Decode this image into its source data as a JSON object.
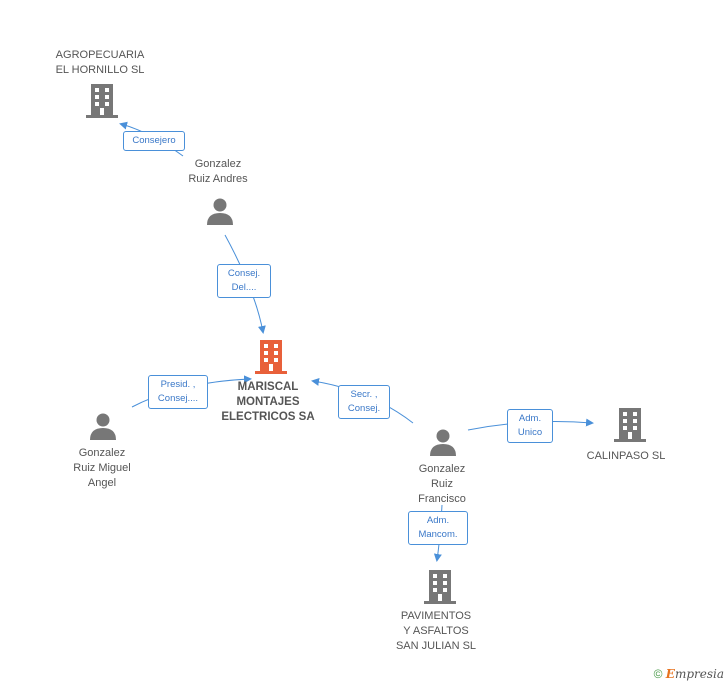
{
  "nodes": {
    "agropecuaria": {
      "label": "AGROPECUARIA\nEL HORNILLO  SL",
      "type": "company"
    },
    "mariscal": {
      "label": "MARISCAL\nMONTAJES\nELECTRICOS SA",
      "type": "company-main"
    },
    "calinpaso": {
      "label": "CALINPASO SL",
      "type": "company"
    },
    "pavimentos": {
      "label": "PAVIMENTOS\nY ASFALTOS\nSAN JULIAN SL",
      "type": "company"
    },
    "andres": {
      "label": "Gonzalez\nRuiz Andres",
      "type": "person"
    },
    "miguel": {
      "label": "Gonzalez\nRuiz Miguel\nAngel",
      "type": "person"
    },
    "francisco": {
      "label": "Gonzalez\nRuiz\nFrancisco",
      "type": "person"
    }
  },
  "edges": {
    "andres_agro": "Consejero",
    "andres_mariscal": "Consej.\nDel....",
    "miguel_mariscal": "Presid. ,\nConsej....",
    "francisco_mariscal": "Secr. ,\nConsej.",
    "francisco_calinpaso": "Adm.\nUnico",
    "francisco_pavimentos": "Adm.\nMancom."
  },
  "colors": {
    "company": "#777777",
    "main_company": "#e8603a",
    "person": "#777777",
    "edge": "#4a90d9"
  },
  "copyright": {
    "symbol": "©",
    "brand_initial": "E",
    "brand_rest": "mpresia"
  }
}
